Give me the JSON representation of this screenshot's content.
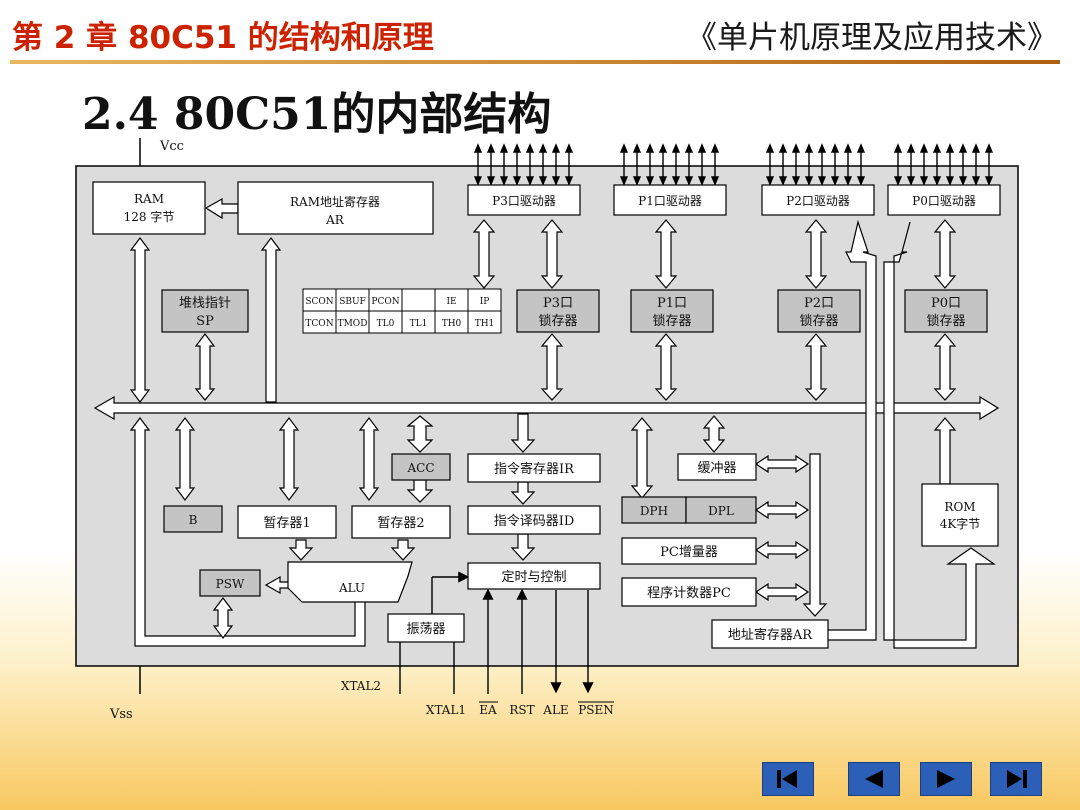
{
  "header": {
    "chapter": "第 2 章  80C51 的结构和原理",
    "book": "《单片机原理及应用技术》"
  },
  "title": "2.4   80C51的内部结构",
  "diagram": {
    "vcc": "Vcc",
    "vss": "Vss",
    "ram_line1": "RAM",
    "ram_line2": "128 字节",
    "ram_ar_line1": "RAM地址寄存器",
    "ram_ar_line2": "AR",
    "p3_driver": "P3口驱动器",
    "p1_driver": "P1口驱动器",
    "p2_driver": "P2口驱动器",
    "p0_driver": "P0口驱动器",
    "sp_line1": "堆栈指针",
    "sp_line2": "SP",
    "sfr_row1": [
      "SCON",
      "SBUF",
      "PCON",
      "",
      "IE",
      "IP"
    ],
    "sfr_row2": [
      "TCON",
      "TMOD",
      "TL0",
      "TL1",
      "TH0",
      "TH1"
    ],
    "p3_latch_line1": "P3口",
    "p3_latch_line2": "锁存器",
    "p1_latch_line1": "P1口",
    "p1_latch_line2": "锁存器",
    "p2_latch_line1": "P2口",
    "p2_latch_line2": "锁存器",
    "p0_latch_line1": "P0口",
    "p0_latch_line2": "锁存器",
    "acc": "ACC",
    "ir": "指令寄存器IR",
    "buffer": "缓冲器",
    "b_reg": "B",
    "tmp1": "暂存器1",
    "tmp2": "暂存器2",
    "id": "指令译码器ID",
    "dph": "DPH",
    "dpl": "DPL",
    "rom_line1": "ROM",
    "rom_line2": "4K字节",
    "pc_inc": "PC增量器",
    "psw": "PSW",
    "alu": "ALU",
    "timing": "定时与控制",
    "pc": "程序计数器PC",
    "osc": "振荡器",
    "addr_ar": "地址寄存器AR",
    "xtal2": "XTAL2",
    "xtal1": "XTAL1",
    "ea": "EA",
    "rst": "RST",
    "ale": "ALE",
    "psen": "PSEN"
  },
  "nav": {
    "first": "first-slide-icon",
    "prev": "previous-slide-icon",
    "next": "next-slide-icon",
    "last": "last-slide-icon"
  },
  "colors": {
    "chapter_red": "#cc2200",
    "chip_bg": "#dcdcdc",
    "gray_box": "#c4c4c4",
    "nav_blue": "#2b5fb8"
  }
}
